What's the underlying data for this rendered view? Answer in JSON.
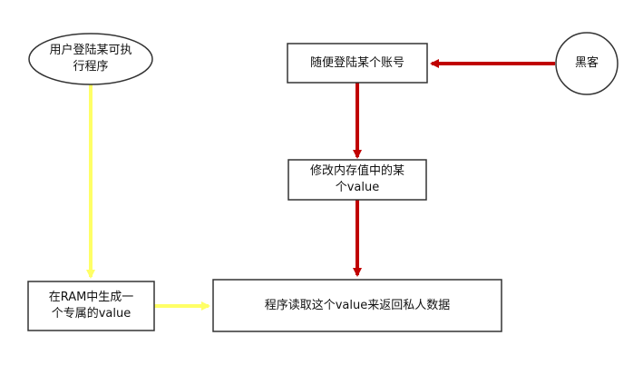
{
  "nodes": {
    "user_login": {
      "label": "用户登陆某可执\n行程序",
      "shape": "ellipse"
    },
    "random_login": {
      "label": "随便登陆某个账号",
      "shape": "rectangle"
    },
    "hacker": {
      "label": "黑客",
      "shape": "circle"
    },
    "modify_memory": {
      "label": "修改内存值中的某\n个value",
      "shape": "rectangle"
    },
    "ram_value": {
      "label": "在RAM中生成一\n个专属的value",
      "shape": "rectangle"
    },
    "program_read": {
      "label": "程序读取这个value来返回私人数据",
      "shape": "rectangle"
    }
  },
  "edges": [
    {
      "from": "hacker",
      "to": "random_login",
      "color": "#c00000"
    },
    {
      "from": "random_login",
      "to": "modify_memory",
      "color": "#c00000"
    },
    {
      "from": "modify_memory",
      "to": "program_read",
      "color": "#c00000"
    },
    {
      "from": "user_login",
      "to": "ram_value",
      "color": "#ffff66"
    },
    {
      "from": "ram_value",
      "to": "program_read",
      "color": "#ffff66"
    }
  ],
  "colors": {
    "attacker_path": "#c00000",
    "user_path": "#ffff66",
    "node_border": "#333333"
  }
}
